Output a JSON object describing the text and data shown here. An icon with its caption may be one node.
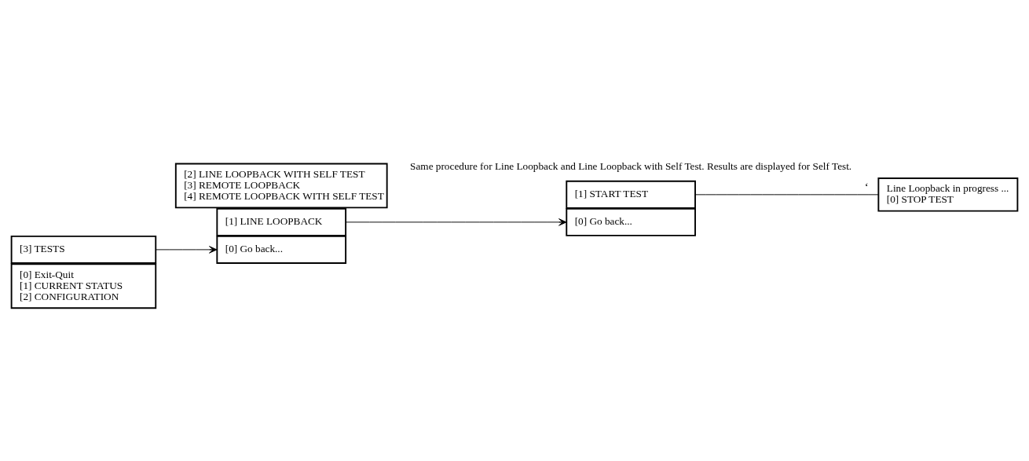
{
  "diagram": {
    "nodes": [
      {
        "text": [
          "[0] Exit-Quit",
          "[1] CURRENT STATUS",
          "[2] CONFIGURATION"
        ]
      },
      {
        "text": [
          "[3] TESTS"
        ]
      },
      {
        "text": [
          "[0] Go back..."
        ]
      },
      {
        "text": [
          "[1] LINE LOOPBACK"
        ]
      },
      {
        "text": [
          "[2] LINE LOOPBACK WITH SELF TEST",
          "[3] REMOTE LOOPBACK",
          "[4] REMOTE LOOPBACK WITH SELF TEST"
        ]
      },
      {
        "text": [
          "[0] Go back..."
        ]
      },
      {
        "text": [
          "[1] START TEST"
        ]
      },
      {
        "text": [
          "Line Loopback in progress ...",
          "[0] STOP TEST"
        ]
      }
    ],
    "edges": [
      {
        "from": 1,
        "to": 2,
        "arrow": "to"
      },
      {
        "from": 3,
        "to": 5,
        "arrow": "to"
      },
      {
        "from": 6,
        "to": 7,
        "arrow": "none",
        "label": "‘"
      }
    ],
    "labels": [
      "Same procedure for Line Loopback and Line Loopback with Self Test. Results are displayed for Self Test."
    ]
  }
}
